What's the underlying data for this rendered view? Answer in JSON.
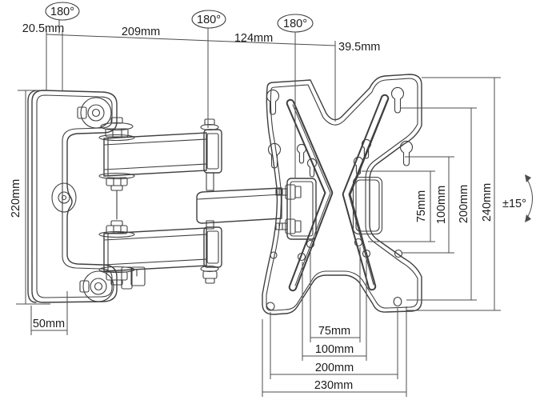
{
  "colors": {
    "background": "#ffffff",
    "line": "#3f3f3f",
    "dimension_line": "#4c4c4c",
    "text": "#1c1c1c"
  },
  "swivel_badges": [
    {
      "label": "180°"
    },
    {
      "label": "180°"
    },
    {
      "label": "180°"
    }
  ],
  "dimensions": {
    "top": [
      {
        "label": "20.5mm"
      },
      {
        "label": "209mm"
      },
      {
        "label": "124mm"
      },
      {
        "label": "39.5mm"
      }
    ],
    "left": [
      {
        "label": "220mm"
      },
      {
        "label": "50mm"
      }
    ],
    "right": [
      {
        "label": "75mm"
      },
      {
        "label": "100mm"
      },
      {
        "label": "200mm"
      },
      {
        "label": "240mm"
      }
    ],
    "tilt": {
      "label": "±15°"
    },
    "bottom": [
      {
        "label": "75mm"
      },
      {
        "label": "100mm"
      },
      {
        "label": "200mm"
      },
      {
        "label": "230mm"
      }
    ]
  }
}
